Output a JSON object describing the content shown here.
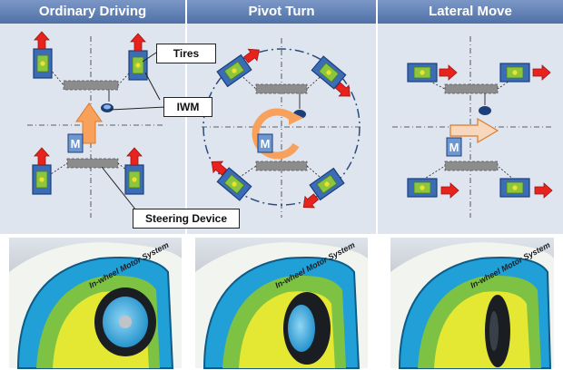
{
  "headers": {
    "ordinary": "Ordinary Driving",
    "pivot": "Pivot Turn",
    "lateral": "Lateral Move"
  },
  "labels": {
    "tires": "Tires",
    "iwm": "IWM",
    "steering": "Steering Device",
    "motor": "M"
  },
  "photo_text": {
    "wheel_well": "In-wheel Motor System"
  },
  "colors": {
    "header": "#5b7db5",
    "panel_bg": "#dfe5ef",
    "tire": "#3a6db5",
    "iwm": "#8cc63e",
    "red_arrow": "#e8231e",
    "orange_arrow": "#f7a15c"
  }
}
